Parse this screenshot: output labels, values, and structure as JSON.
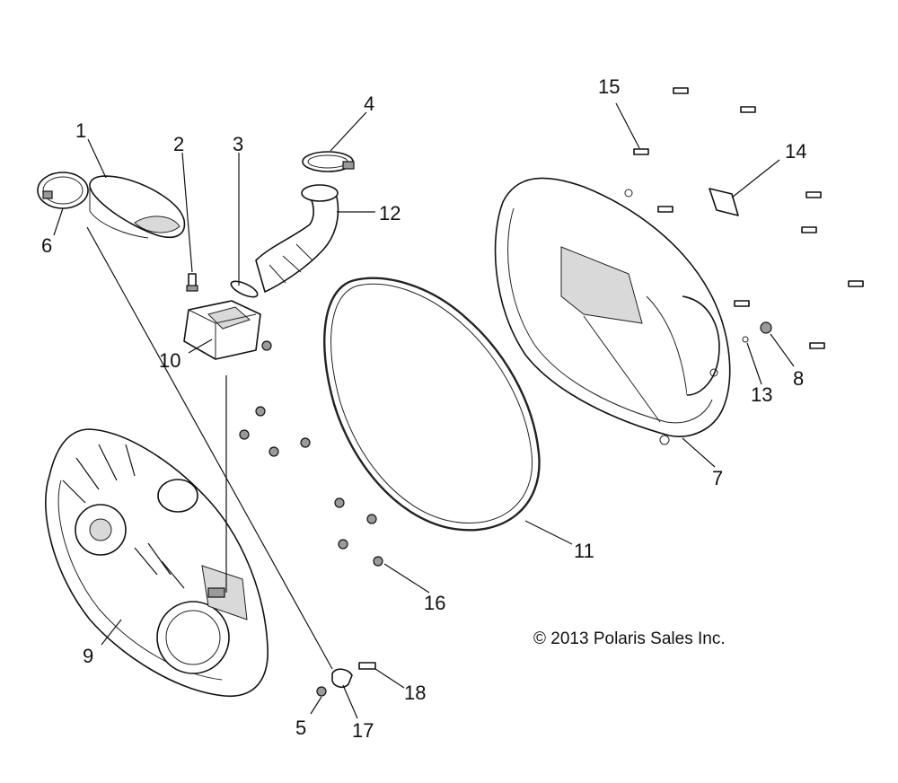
{
  "diagram": {
    "callouts": [
      "1",
      "2",
      "3",
      "4",
      "5",
      "6",
      "7",
      "8",
      "9",
      "10",
      "11",
      "12",
      "13",
      "14",
      "15",
      "16",
      "17",
      "18"
    ],
    "copyright": "© 2013 Polaris Sales Inc."
  }
}
